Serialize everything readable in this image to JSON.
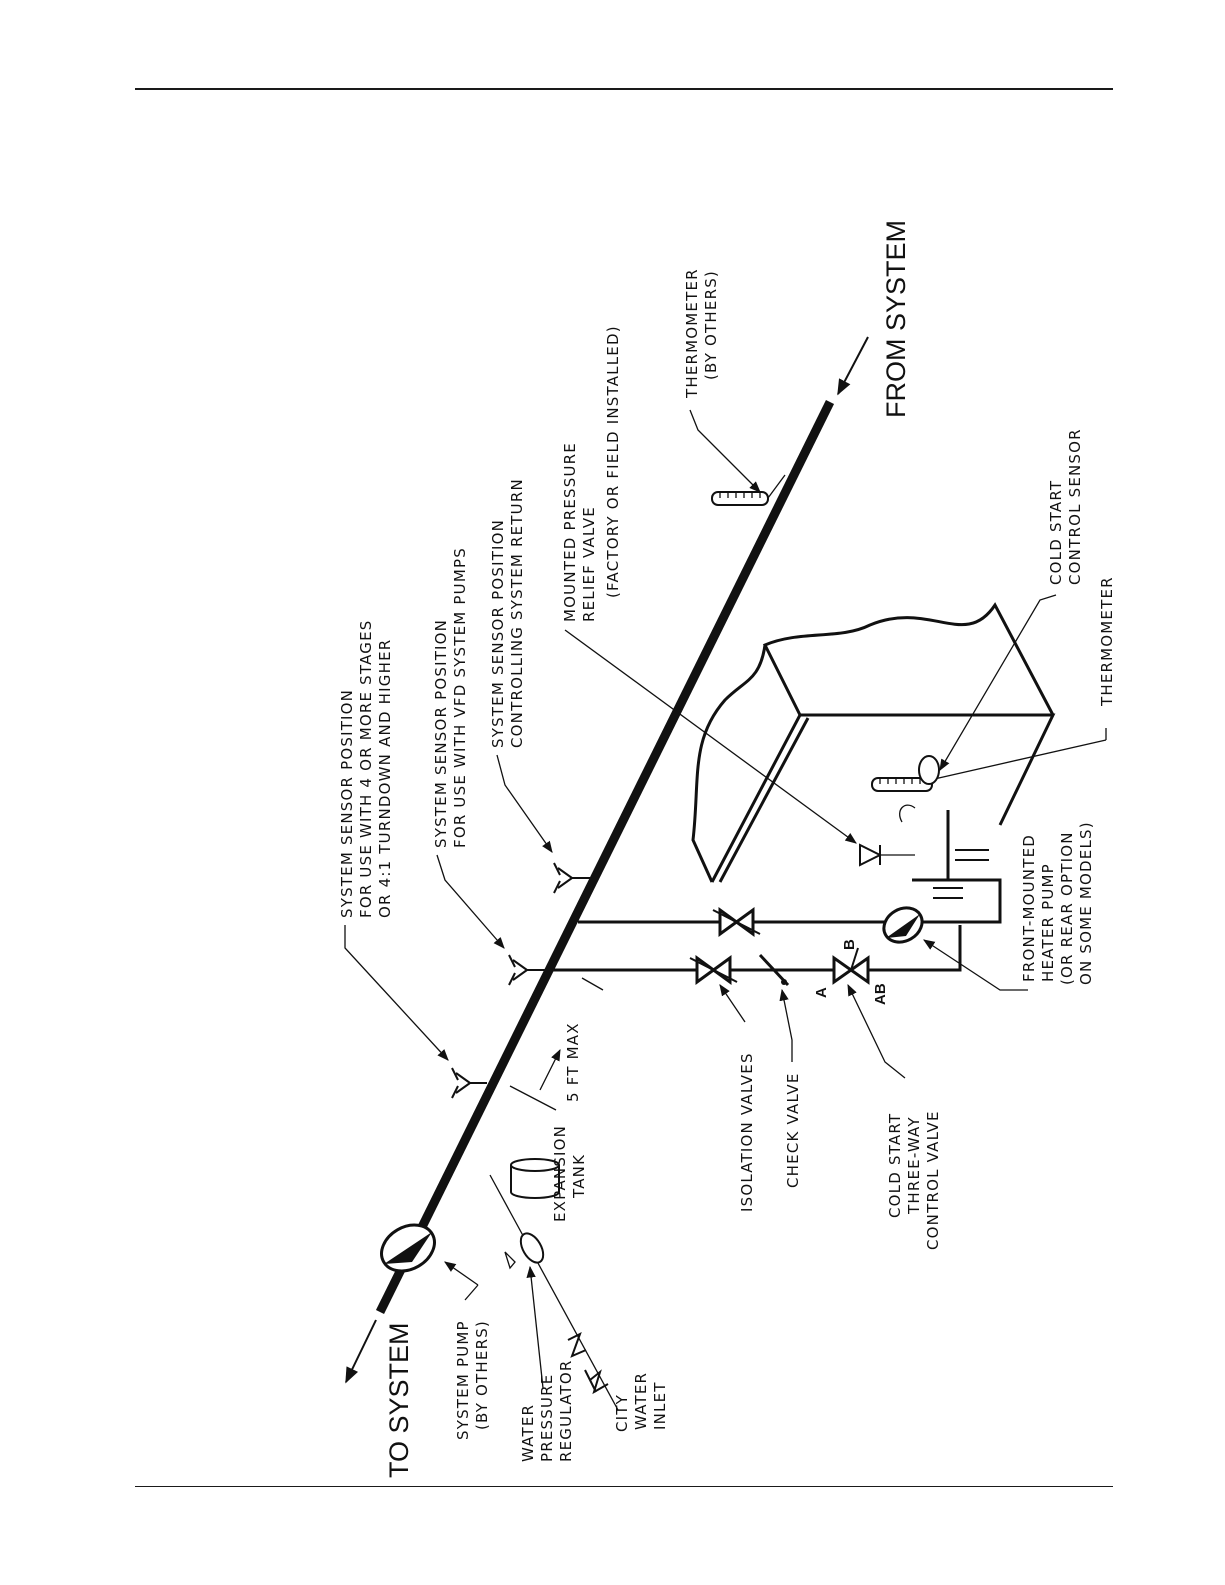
{
  "labels": {
    "to_system": "TO SYSTEM",
    "from_system": "FROM SYSTEM",
    "system_pump": [
      "SYSTEM PUMP",
      "(BY OTHERS)"
    ],
    "water_pressure_regulator": [
      "WATER",
      "PRESSURE",
      "REGULATOR"
    ],
    "city_water_inlet": [
      "CITY",
      "WATER",
      "INLET"
    ],
    "expansion_tank": [
      "EXPANSION",
      "TANK"
    ],
    "five_ft_max": "5 FT MAX",
    "isolation_valves": "ISOLATION VALVES",
    "check_valve": "CHECK VALVE",
    "cold_start_valve": [
      "COLD START",
      "THREE-WAY",
      "CONTROL VALVE"
    ],
    "sensor_4to1": [
      "SYSTEM SENSOR POSITION",
      "FOR USE WITH 4 OR MORE STAGES",
      "OR 4:1 TURNDOWN AND HIGHER"
    ],
    "sensor_vfd": [
      "SYSTEM SENSOR POSITION",
      "FOR USE WITH VFD SYSTEM PUMPS"
    ],
    "sensor_return": [
      "SYSTEM SENSOR POSITION",
      "CONTROLLING SYSTEM RETURN"
    ],
    "relief_valve": [
      "MOUNTED PRESSURE",
      "RELIEF VALVE",
      "(FACTORY OR FIELD INSTALLED)"
    ],
    "thermometer_others": [
      "THERMOMETER",
      "(BY OTHERS)"
    ],
    "cold_start_sensor": [
      "COLD START",
      "CONTROL SENSOR"
    ],
    "thermometer": "THERMOMETER",
    "heater_pump": [
      "FRONT-MOUNTED",
      "HEATER PUMP",
      "(OR REAR OPTION",
      "ON SOME MODELS)"
    ],
    "port_a": "A",
    "port_b": "B",
    "port_ab": "AB"
  }
}
